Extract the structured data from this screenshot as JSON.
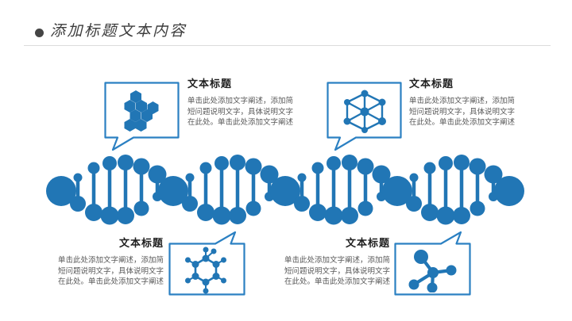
{
  "slide": {
    "title": "添加标题文本内容",
    "colors": {
      "accent": "#2176b5",
      "bubble_border": "#2b80c2",
      "heading_text": "#1f1f1f",
      "body_text": "#595959",
      "title_text": "#3d3d3d",
      "divider": "#dbdbdb",
      "background": "#ffffff"
    }
  },
  "callouts": [
    {
      "position": "top-left",
      "icon": "hexagon-cluster-icon",
      "title": "文本标题",
      "body": [
        "单击此处添加文字阐述，添加简",
        "短问题说明文字，具体说明文字",
        "在此处。单击此处添加文字阐述"
      ]
    },
    {
      "position": "top-right",
      "icon": "cube-lattice-icon",
      "title": "文本标题",
      "body": [
        "单击此处添加文字阐述，添加简",
        "短问题说明文字，具体说明文字",
        "在此处。单击此处添加文字阐述"
      ]
    },
    {
      "position": "bottom-left",
      "icon": "ring-molecule-icon",
      "title": "文本标题",
      "body": [
        "单击此处添加文字阐述，添加简",
        "短问题说明文字，具体说明文字",
        "在此处。单击此处添加文字阐述"
      ]
    },
    {
      "position": "bottom-right",
      "icon": "star-molecule-icon",
      "title": "文本标题",
      "body": [
        "单击此处添加文字阐述，添加简",
        "短问题说明文字，具体说明文字",
        "在此处。单击此处添加文字阐述"
      ]
    }
  ]
}
